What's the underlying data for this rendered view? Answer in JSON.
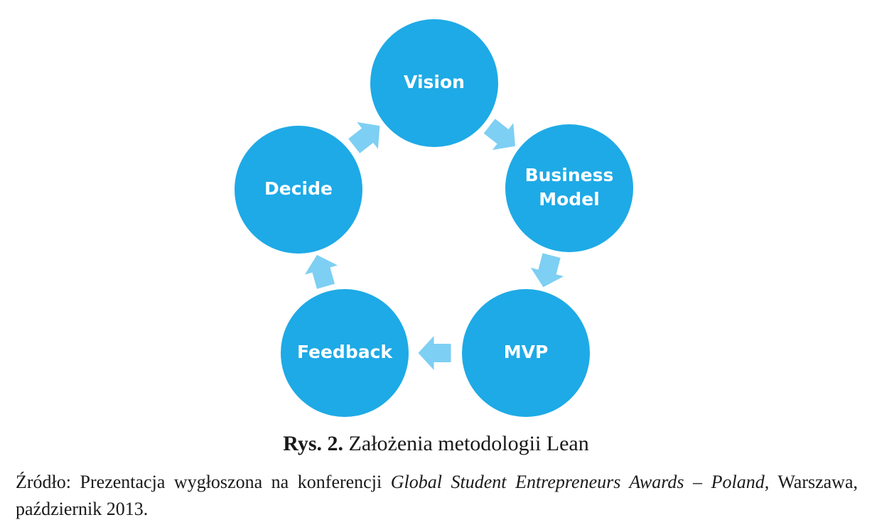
{
  "diagram": {
    "nodes": [
      {
        "id": "vision",
        "lines": [
          "Vision"
        ]
      },
      {
        "id": "business-model",
        "lines": [
          "Business",
          "Model"
        ]
      },
      {
        "id": "mvp",
        "lines": [
          "MVP"
        ]
      },
      {
        "id": "feedback",
        "lines": [
          "Feedback"
        ]
      },
      {
        "id": "decide",
        "lines": [
          "Decide"
        ]
      }
    ],
    "edges": [
      {
        "from": "vision",
        "to": "business-model"
      },
      {
        "from": "business-model",
        "to": "mvp"
      },
      {
        "from": "mvp",
        "to": "feedback"
      },
      {
        "from": "feedback",
        "to": "decide"
      },
      {
        "from": "decide",
        "to": "vision"
      }
    ],
    "colors": {
      "node": "#1eaae6",
      "arrow": "#7dcff3",
      "node_text": "#ffffff"
    }
  },
  "caption": {
    "prefix": "Rys. 2.",
    "text": "Założenia metodologii Lean"
  },
  "source": {
    "lead": "Źródło: Prezentacja wygłoszona na konferencji",
    "event": "Global Student Entrepreneurs Awards – Poland,",
    "tail": "Warszawa, październik 2013."
  }
}
